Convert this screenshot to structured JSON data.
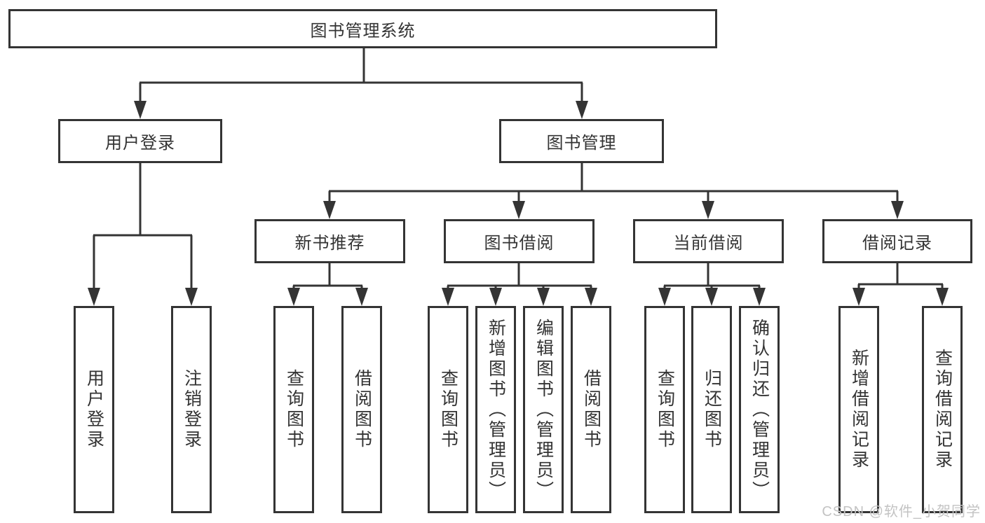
{
  "root": {
    "label": "图书管理系统"
  },
  "level2": [
    {
      "id": "user-login",
      "label": "用户登录"
    },
    {
      "id": "book-management",
      "label": "图书管理"
    }
  ],
  "level3": [
    {
      "id": "new-book-recommend",
      "label": "新书推荐"
    },
    {
      "id": "book-borrowing",
      "label": "图书借阅"
    },
    {
      "id": "current-borrowing",
      "label": "当前借阅"
    },
    {
      "id": "borrowing-records",
      "label": "借阅记录"
    }
  ],
  "leaves": {
    "user_login": [
      {
        "label": "用户登录"
      },
      {
        "label": "注销登录"
      }
    ],
    "new_book_recommend": [
      {
        "label": "查询图书"
      },
      {
        "label": "借阅图书"
      }
    ],
    "book_borrowing": [
      {
        "label": "查询图书"
      },
      {
        "label": "新增图书（管理员）"
      },
      {
        "label": "编辑图书（管理员）"
      },
      {
        "label": "借阅图书"
      }
    ],
    "current_borrowing": [
      {
        "label": "查询图书"
      },
      {
        "label": "归还图书"
      },
      {
        "label": "确认归还（管理员）"
      }
    ],
    "borrowing_records": [
      {
        "label": "新增借阅记录"
      },
      {
        "label": "查询借阅记录"
      }
    ]
  },
  "watermark": "CSDN @软件_小贺同学",
  "colors": {
    "line": "#343434",
    "text": "#333333",
    "background": "#ffffff",
    "watermark": "#c3c3c3"
  }
}
